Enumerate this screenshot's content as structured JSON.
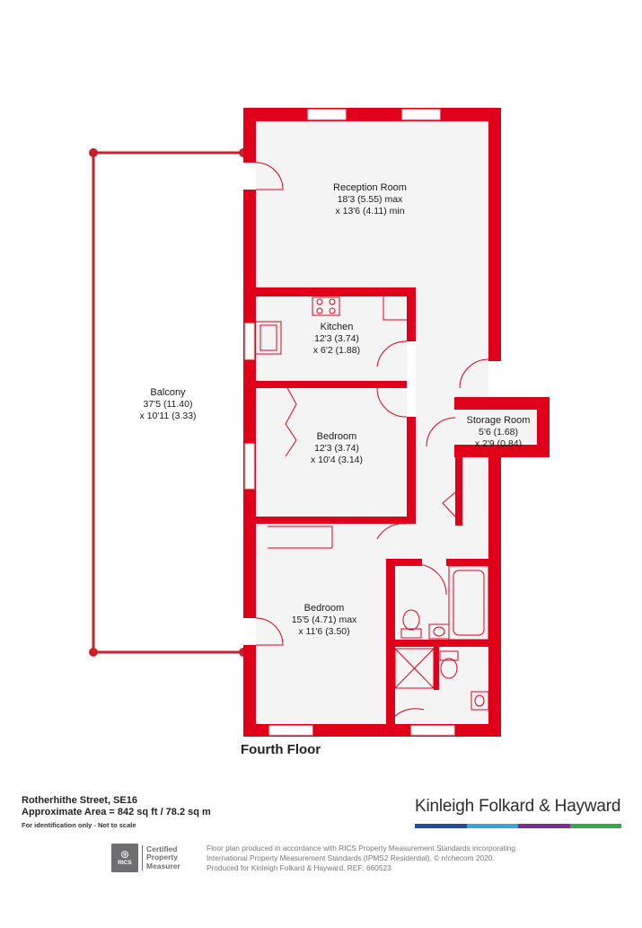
{
  "colors": {
    "wall": "#e1001a",
    "floor": "#f4f4f4",
    "balcony_line": "#cc1f2d",
    "fixture": "#e1001a"
  },
  "rooms": {
    "reception": {
      "name": "Reception Room",
      "dim1": "18'3 (5.55) max",
      "dim2": "x 13'6 (4.11) min"
    },
    "kitchen": {
      "name": "Kitchen",
      "dim1": "12'3 (3.74)",
      "dim2": "x 6'2 (1.88)"
    },
    "bedroom1": {
      "name": "Bedroom",
      "dim1": "12'3 (3.74)",
      "dim2": "x 10'4 (3.14)"
    },
    "bedroom2": {
      "name": "Bedroom",
      "dim1": "15'5 (4.71) max",
      "dim2": "x 11'6 (3.50)"
    },
    "storage": {
      "name": "Storage Room",
      "dim1": "5'6 (1.68)",
      "dim2": "x 2'9 (0.84)"
    },
    "balcony": {
      "name": "Balcony",
      "dim1": "37'5 (11.40)",
      "dim2": "x 10'11 (3.33)"
    }
  },
  "floor_title": "Fourth Floor",
  "footer": {
    "address": "Rotherhithe Street, SE16",
    "area": "Approximate Area = 842 sq ft / 78.2 sq m",
    "disclaimer": "For identification only - Not to scale",
    "brand": "Kinleigh Folkard & Hayward",
    "brand_colors": [
      "#1f4e9c",
      "#3aa6d8",
      "#7b2d8e",
      "#3aa64b"
    ],
    "rics_mark": "⊛",
    "rics_word": "RICS",
    "rics_line1": "Certified",
    "rics_line2": "Property",
    "rics_line3": "Measurer",
    "note1": "Floor plan produced in accordance with RICS Property Measurement Standards incorporating",
    "note2": "International Property Measurement Standards (IPMS2 Residential).  © n!checom 2020.",
    "note3": "Produced for Kinleigh Folkard & Hayward.   REF: 660523"
  }
}
